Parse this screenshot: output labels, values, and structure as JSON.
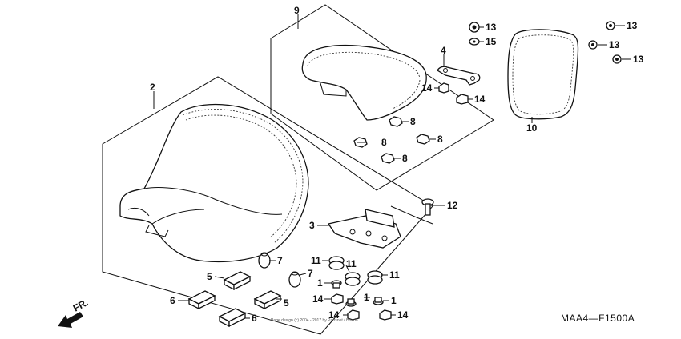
{
  "diagram": {
    "part_code": "MAA4—F1500A",
    "direction_label": "FR.",
    "copyright_text": "Page design (c) 2004 - 2017 by Partsnet / Honda",
    "callouts": {
      "c1a": "1",
      "c1b": "1",
      "c1c": "1",
      "c2": "2",
      "c3": "3",
      "c4": "4",
      "c5a": "5",
      "c5b": "5",
      "c6a": "6",
      "c6b": "6",
      "c7a": "7",
      "c7b": "7",
      "c8a": "8",
      "c8b": "8",
      "c8c": "8",
      "c8d": "8",
      "c9": "9",
      "c10": "10",
      "c11a": "11",
      "c11b": "11",
      "c11c": "11",
      "c12": "12",
      "c13a": "13",
      "c13b": "13",
      "c13c": "13",
      "c13d": "13",
      "c14a": "14",
      "c14b": "14",
      "c14c": "14",
      "c14d": "14",
      "c14e": "14",
      "c15": "15"
    }
  }
}
